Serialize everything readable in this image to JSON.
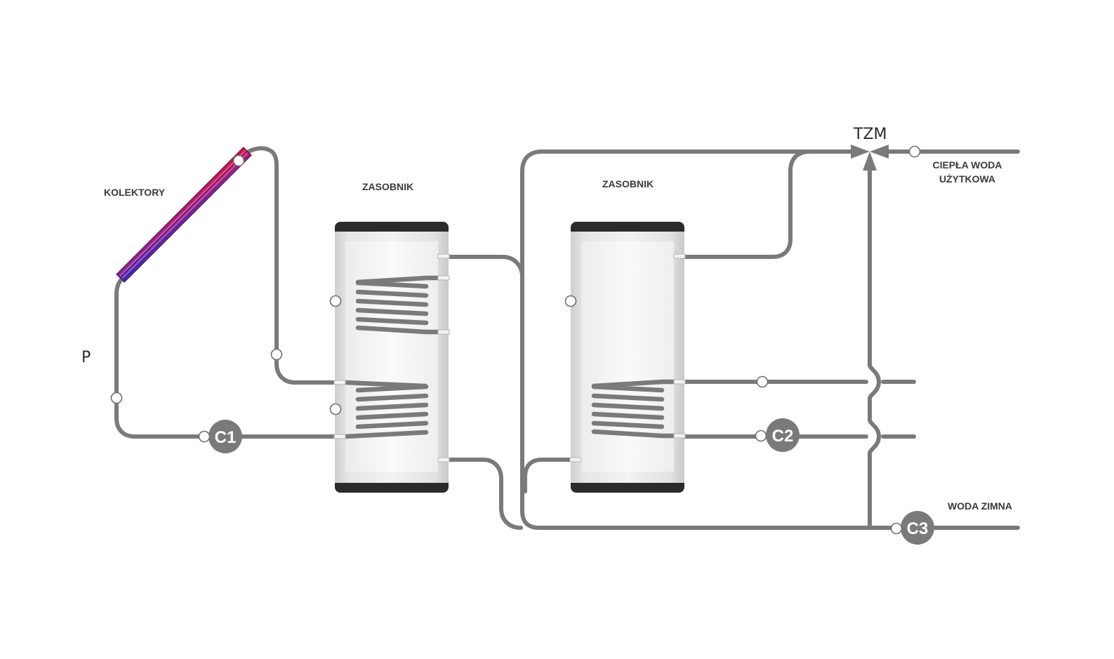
{
  "labels": {
    "collectors": "KOLEKTORY",
    "tank_1": "ZASOBNIK",
    "tank_2": "ZASOBNIK",
    "hot_water_line1": "CIEPŁA WODA",
    "hot_water_line2": "UŻYTKOWA",
    "cold_water": "WODA ZIMNA",
    "tzm": "TZM",
    "p": "P"
  },
  "pumps": {
    "c1": "C1",
    "c2": "C2",
    "c3": "C3"
  },
  "colors": {
    "pipe": "#7a7a7a",
    "collector_hot": "#e0102e",
    "collector_cold": "#2a2ab8",
    "pump": "#7a7a7a",
    "tank_cap": "#2b2b2b"
  }
}
